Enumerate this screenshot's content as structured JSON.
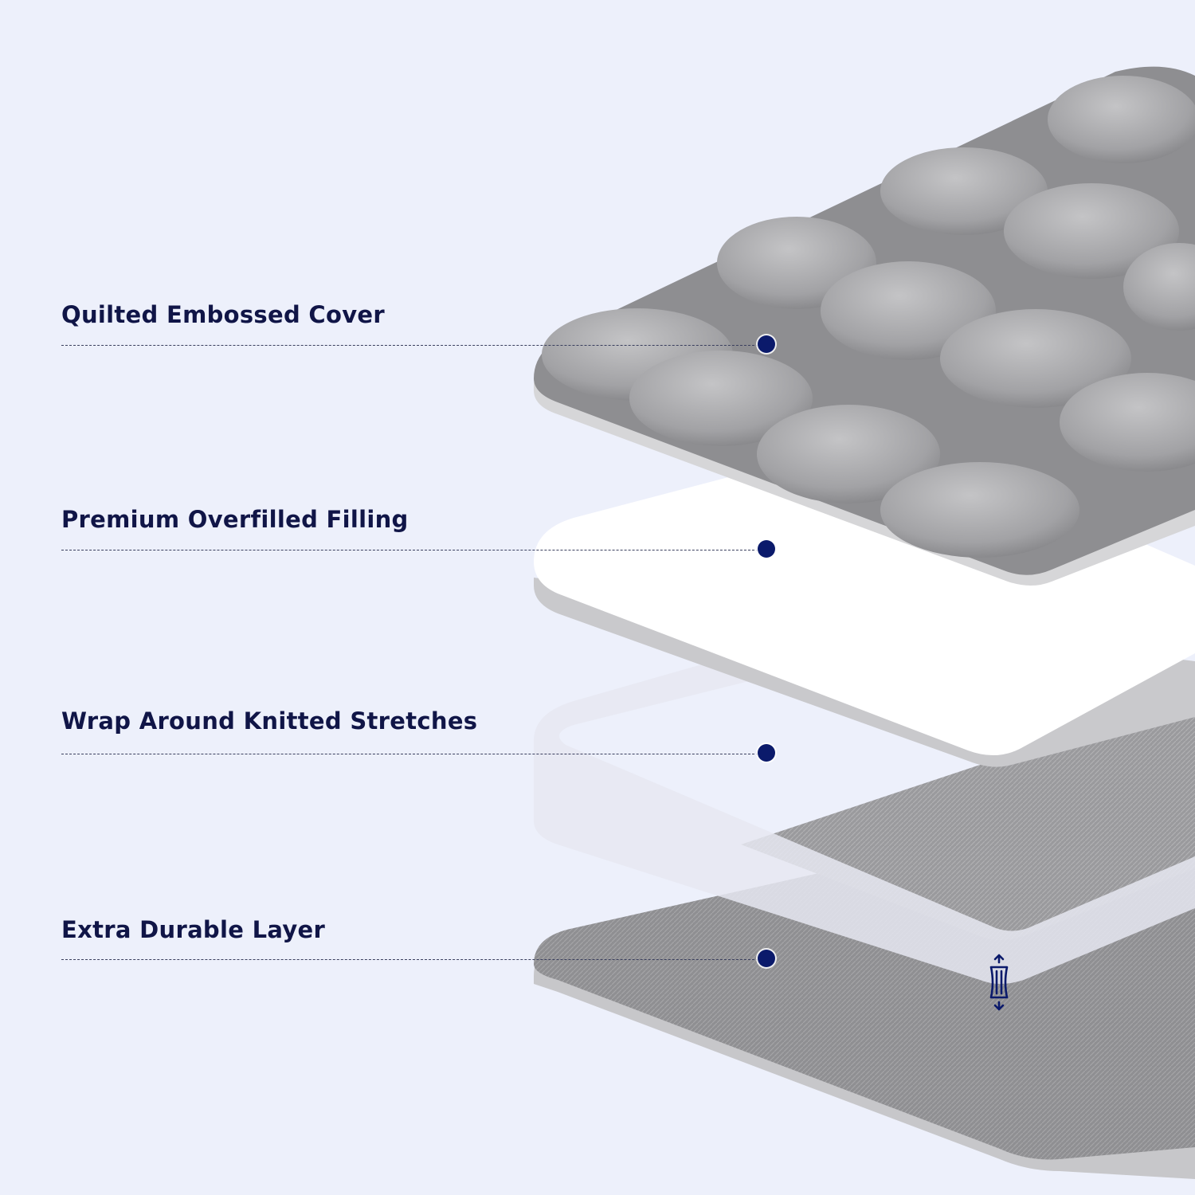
{
  "diagram": {
    "title": "Mattress topper layer breakdown",
    "accent_color": "#0b1a6b",
    "label_color": "#101547",
    "layers": [
      {
        "id": "cover",
        "label": "Quilted Embossed Cover",
        "color": "#9a9a9c"
      },
      {
        "id": "filling",
        "label": "Premium Overfilled Filling",
        "color": "#ffffff"
      },
      {
        "id": "stretches",
        "label": "Wrap Around Knitted Stretches",
        "color": "#e3e5ee"
      },
      {
        "id": "durable",
        "label": "Extra Durable Layer",
        "color": "#8d8d90"
      }
    ],
    "icons": {
      "stretch": "vertical-stretch-arrows-icon"
    }
  }
}
